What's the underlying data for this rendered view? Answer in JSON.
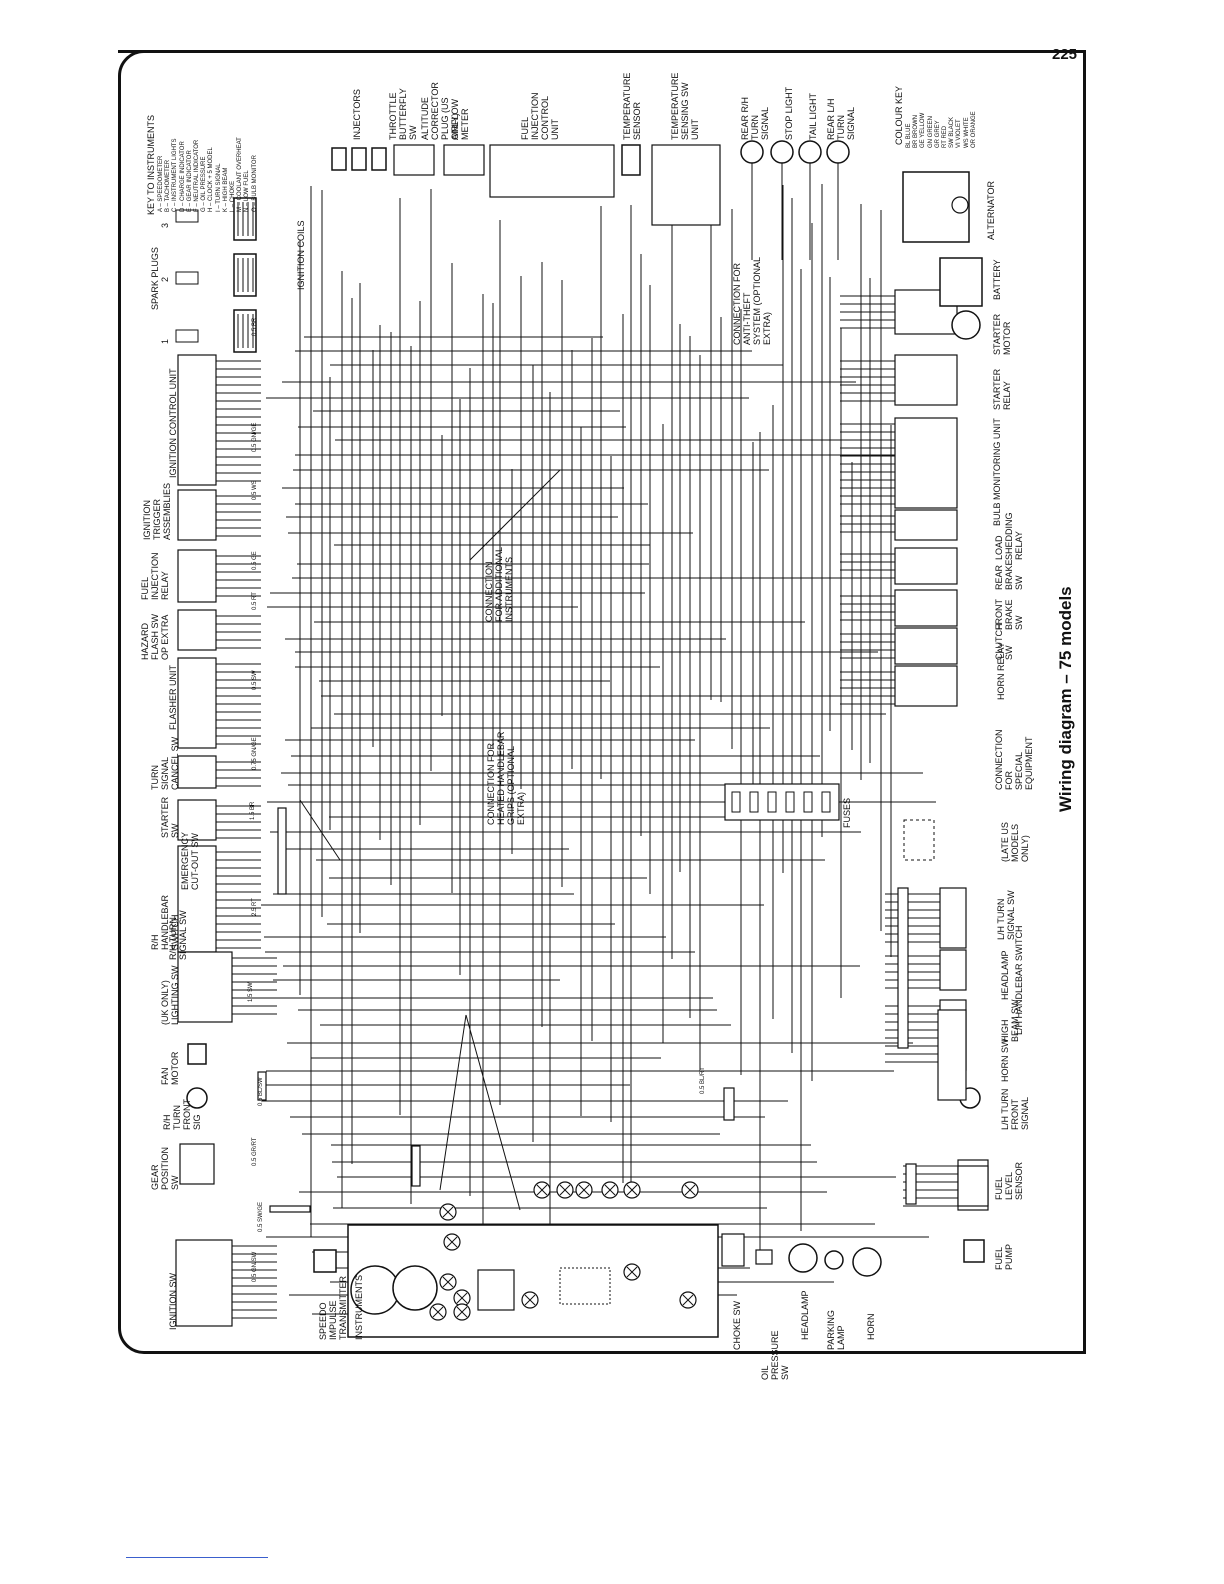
{
  "page_number": "225",
  "title": "Wiring diagram – 75 models",
  "key_to_instruments": {
    "heading": "KEY TO INSTRUMENTS",
    "items": [
      "A – SPEEDOMETER",
      "B – TACHOMETER",
      "C – INSTRUMENT LIGHTS",
      "D – CHARGE INDICATOR",
      "E – GEAR INDICATOR",
      "F – NEUTRAL INDICATOR",
      "G – OIL PRESSURE",
      "H – CLOCK + 5 MODEL",
      "I – TURN SIGNAL",
      "K – HIGH BEAM",
      "L – CHOKE",
      "M – COOLANT OVERHEAT",
      "N – LOW FUEL",
      "O – BULB MONITOR"
    ]
  },
  "colour_key": {
    "heading": "COLOUR KEY",
    "items": [
      "BL BLUE",
      "BR BROWN",
      "GE YELLOW",
      "GN GREEN",
      "GR GREY",
      "RT RED",
      "SW BLACK",
      "VI VIOLET",
      "WS WHITE",
      "OR ORANGE"
    ]
  },
  "top_labels": [
    "SPARK PLUGS",
    "IGNITION COILS",
    "INJECTORS",
    "THROTTLE BUTTERFLY SW",
    "ALTITUDE CORRECTOR PLUG (US ONLY)",
    "AIRFLOW METER",
    "FUEL INJECTION CONTROL UNIT",
    "TEMPERATURE SENSOR",
    "TEMPERATURE SENSING SW UNIT",
    "REAR R/H TURN SIGNAL",
    "STOP LIGHT",
    "TAIL LIGHT",
    "REAR L/H TURN SIGNAL",
    "ALTERNATOR"
  ],
  "plug_numbers": [
    "1",
    "2",
    "3"
  ],
  "left_labels": [
    "IGNITION CONTROL UNIT",
    "IGNITION TRIGGER ASSEMBLIES",
    "FUEL INJECTION RELAY",
    "HAZARD FLASH SW OP EXTRA",
    "FLASHER UNIT",
    "TURN SIGNAL CANCEL SW",
    "STARTER SW",
    "R/H HANDLEBAR SWITCH",
    "EMERGENCY CUT-OUT SW",
    "R/H TURN SIGNAL SW",
    "(UK ONLY) LIGHTING SW",
    "FAN MOTOR",
    "R/H TURN FRONT SIG",
    "GEAR POSITION SW",
    "IGNITION SW",
    "SPEEDO IMPULSE TRANSMITTER",
    "INSTRUMENTS"
  ],
  "bottom_labels": [
    "CHOKE SW",
    "OIL PRESSURE SW",
    "HEADLAMP",
    "PARKING LAMP",
    "HORN",
    "FUEL PUMP",
    "FUEL LEVEL SENSOR"
  ],
  "right_labels": [
    "BATTERY",
    "STARTER MOTOR",
    "STARTER RELAY",
    "BULB MONITORING UNIT",
    "LOAD SHEDDING RELAY",
    "REAR BRAKE SW",
    "FRONT BRAKE SW",
    "CLUTCH SW",
    "HORN RELAY",
    "CONNECTION FOR SPECIAL EQUIPMENT",
    "(LATE US MODELS ONLY)",
    "L/H TURN SIGNAL SW",
    "HEADLAMP",
    "L/H HANDLEBAR SWITCH",
    "HIGH BEAM SW",
    "HORN SW",
    "L/H TURN FRONT SIGNAL"
  ],
  "inner_labels": [
    "CONNECTION FOR ADDITIONAL INSTRUMENTS",
    "CONNECTION FOR HEATED HANDLEBAR GRIPS (OPTIONAL EXTRA)",
    "CONNECTION FOR ANTI-THEFT SYSTEM (OPTIONAL EXTRA)",
    "FUSES"
  ],
  "wire_colour_codes": [
    "0.5 BR",
    "0.5 GN/GE",
    "0.5 WS",
    "0.5 GE",
    "0.5 RT",
    "0.5 SW",
    "1.5 BR",
    "2.5 RT",
    "1.5 SW",
    "0.5 BL/SW",
    "0.5 GR/RT",
    "0.5 SW/GE",
    "0.5 GN/SW",
    "0.5 BL/RT",
    "0.75 GN/GE"
  ],
  "colors": {
    "ink": "#111111",
    "paper": "#ffffff",
    "frame": "#111111"
  }
}
